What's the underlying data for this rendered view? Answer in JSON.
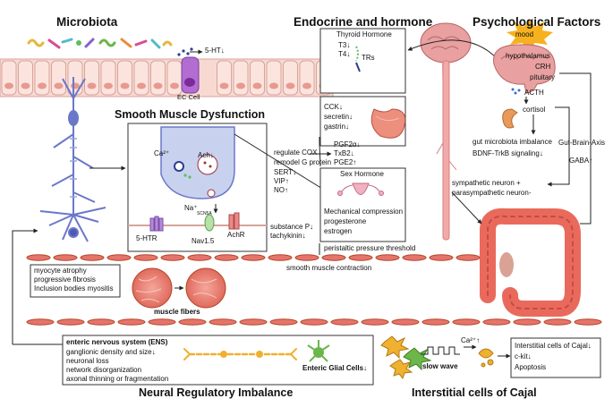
{
  "sections": {
    "microbiota": "Microbiota",
    "endocrine": "Endocrine and hormone",
    "psychological": "Psychological Factors",
    "smooth_muscle": "Smooth Muscle Dysfunction",
    "neural": "Neural Regulatory Imbalance",
    "icc": "Interstitial cells of Cajal"
  },
  "microbiota": {
    "serotonin": "5-HT↓",
    "ec_cell": "EC Cell"
  },
  "thyroid": {
    "title": "Thyroid Hormone",
    "t3": "T3↓",
    "t4": "T4↓",
    "trs": "TRs"
  },
  "gut_hormones": {
    "cck": "CCK↓",
    "secretin": "secretin↓",
    "gastrin": "gastrin↓"
  },
  "psych": {
    "mood": "mood",
    "hypothalamus": "hypothalamus",
    "crh": "CRH",
    "pituitary": "pituitary",
    "acth": "ACTH",
    "cortisol": "cortisol",
    "microbiota_imbalance": "gut microbiota imbalance",
    "bdnf": "BDNF-TrkB signaling↓",
    "gut_brain_axis": "Gut-Brain-Axis",
    "gaba": "GABA↑",
    "sympathetic": "sympathetic neuron +",
    "parasympathetic": "parasympathetic neuron-"
  },
  "muscle": {
    "ca": "Ca²⁺",
    "ach": "Ach↓",
    "na": "Na⁺",
    "scn5a": "SCN5A",
    "htr": "5-HTR",
    "nav": "Nav1.5",
    "achr": "AchR"
  },
  "mediators": {
    "cox": "regulate COX",
    "g_protein": "remodel G protein",
    "sert": "SERT↓",
    "vip": "VIP↑",
    "no": "NO↑",
    "pgf2a": "PGF2α↓",
    "txb2": "TxB2↓",
    "pge2": "PGE2↑"
  },
  "sex_hormone": {
    "title": "Sex Hormone",
    "line1": "Mechanical compression",
    "line2": "progesterone",
    "line3": "estrogen"
  },
  "neuropeptides": {
    "substance_p": "substance P↓",
    "tachykinin": "tachykinin↓"
  },
  "contraction": {
    "threshold": "peristaltic pressure threshold",
    "smooth_contraction": "smooth muscle contraction"
  },
  "myocyte": {
    "line1": "myocyte atrophy",
    "line2": "progressive fibrosis",
    "line3": "Inclusion bodies myositis",
    "fibers": "muscle fibers"
  },
  "ens": {
    "title": "enteric nervous system (ENS)",
    "line1": "ganglionic density and size↓",
    "line2": "neuronal loss",
    "line3": "network disorganization",
    "line4": "axonal thinning or fragmentation",
    "glial": "Enteric Glial Cells↓"
  },
  "icc_panel": {
    "ca": "Ca²⁺↑",
    "slow_wave": "slow wave",
    "line1": "Interstitial cells of Cajal↓",
    "line2": "c-kit↓",
    "line3": "Apoptosis"
  },
  "colors": {
    "epithelium": "#f7d9d2",
    "nucleus": "#e79a90",
    "neuron": "#6b78c9",
    "muscle_band": "#e5756a",
    "brain": "#e8a0a0",
    "organ": "#e96a5c",
    "mood": "#f6b21e",
    "icc": "#f0b030"
  }
}
